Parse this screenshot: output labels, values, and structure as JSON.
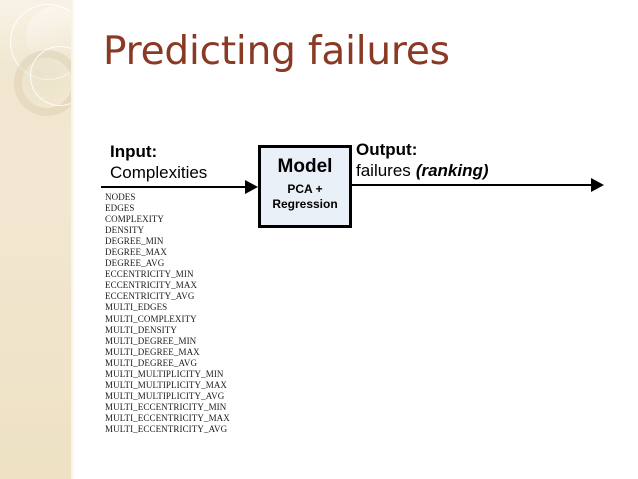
{
  "slide": {
    "title": "Predicting failures",
    "title_color": "#8a3a24",
    "background_color": "#ffffff",
    "sidebar_color": "#f1e7d0"
  },
  "diagram": {
    "input": {
      "heading": "Input:",
      "subheading": "Complexities"
    },
    "model": {
      "title": "Model",
      "subtitle": "PCA + Regression",
      "fill_color": "#eaf0f8",
      "border_color": "#000000"
    },
    "output": {
      "heading": "Output:",
      "subheading": "failures",
      "emphasis": "(ranking)"
    },
    "arrows": {
      "input_arrow": "arrow-right",
      "output_arrow": "arrow-right"
    }
  },
  "complexities": [
    "NODES",
    "EDGES",
    "COMPLEXITY",
    "DENSITY",
    "DEGREE_MIN",
    "DEGREE_MAX",
    "DEGREE_AVG",
    "ECCENTRICITY_MIN",
    "ECCENTRICITY_MAX",
    "ECCENTRICITY_AVG",
    "MULTI_EDGES",
    "MULTI_COMPLEXITY",
    "MULTI_DENSITY",
    "MULTI_DEGREE_MIN",
    "MULTI_DEGREE_MAX",
    "MULTI_DEGREE_AVG",
    "MULTI_MULTIPLICITY_MIN",
    "MULTI_MULTIPLICITY_MAX",
    "MULTI_MULTIPLICITY_AVG",
    "MULTI_ECCENTRICITY_MIN",
    "MULTI_ECCENTRICITY_MAX",
    "MULTI_ECCENTRICITY_AVG"
  ]
}
